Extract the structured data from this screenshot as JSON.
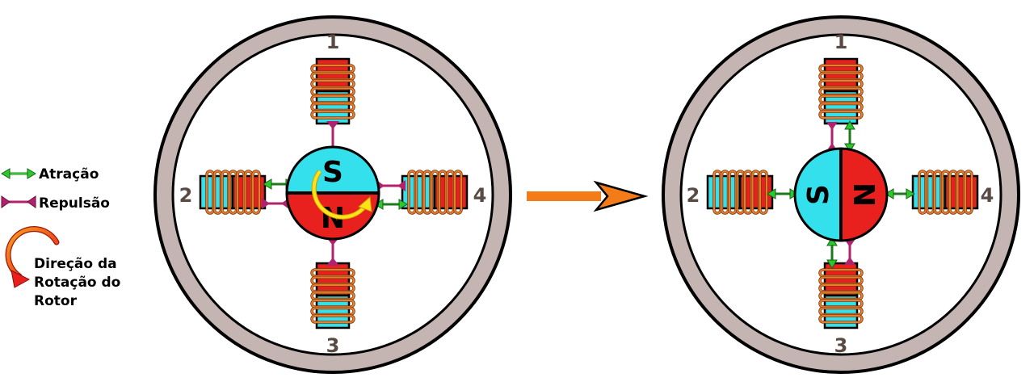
{
  "legend": {
    "attraction": "Atração",
    "repulsion": "Repulsão",
    "rotation_line1": "Direção da",
    "rotation_line2": "Rotação do",
    "rotation_line3": "Rotor"
  },
  "motor_left": {
    "coil_labels": [
      "1",
      "2",
      "3",
      "4"
    ],
    "rotor_top_pole": "S",
    "rotor_bottom_pole": "N"
  },
  "motor_right": {
    "coil_labels": [
      "1",
      "2",
      "3",
      "4"
    ],
    "rotor_left_pole": "S",
    "rotor_right_pole": "N"
  },
  "colors": {
    "stator_ring": "#c4b4b2",
    "south_pole": "#33e0ec",
    "north_pole": "#e8211e",
    "coil_wire": "#e87e2c",
    "attraction_arrow": "#2ec72e",
    "repulsion_arrow": "#b0226e",
    "transition_arrow": "#f47c18",
    "rotation_arrow": "#f0281c"
  }
}
